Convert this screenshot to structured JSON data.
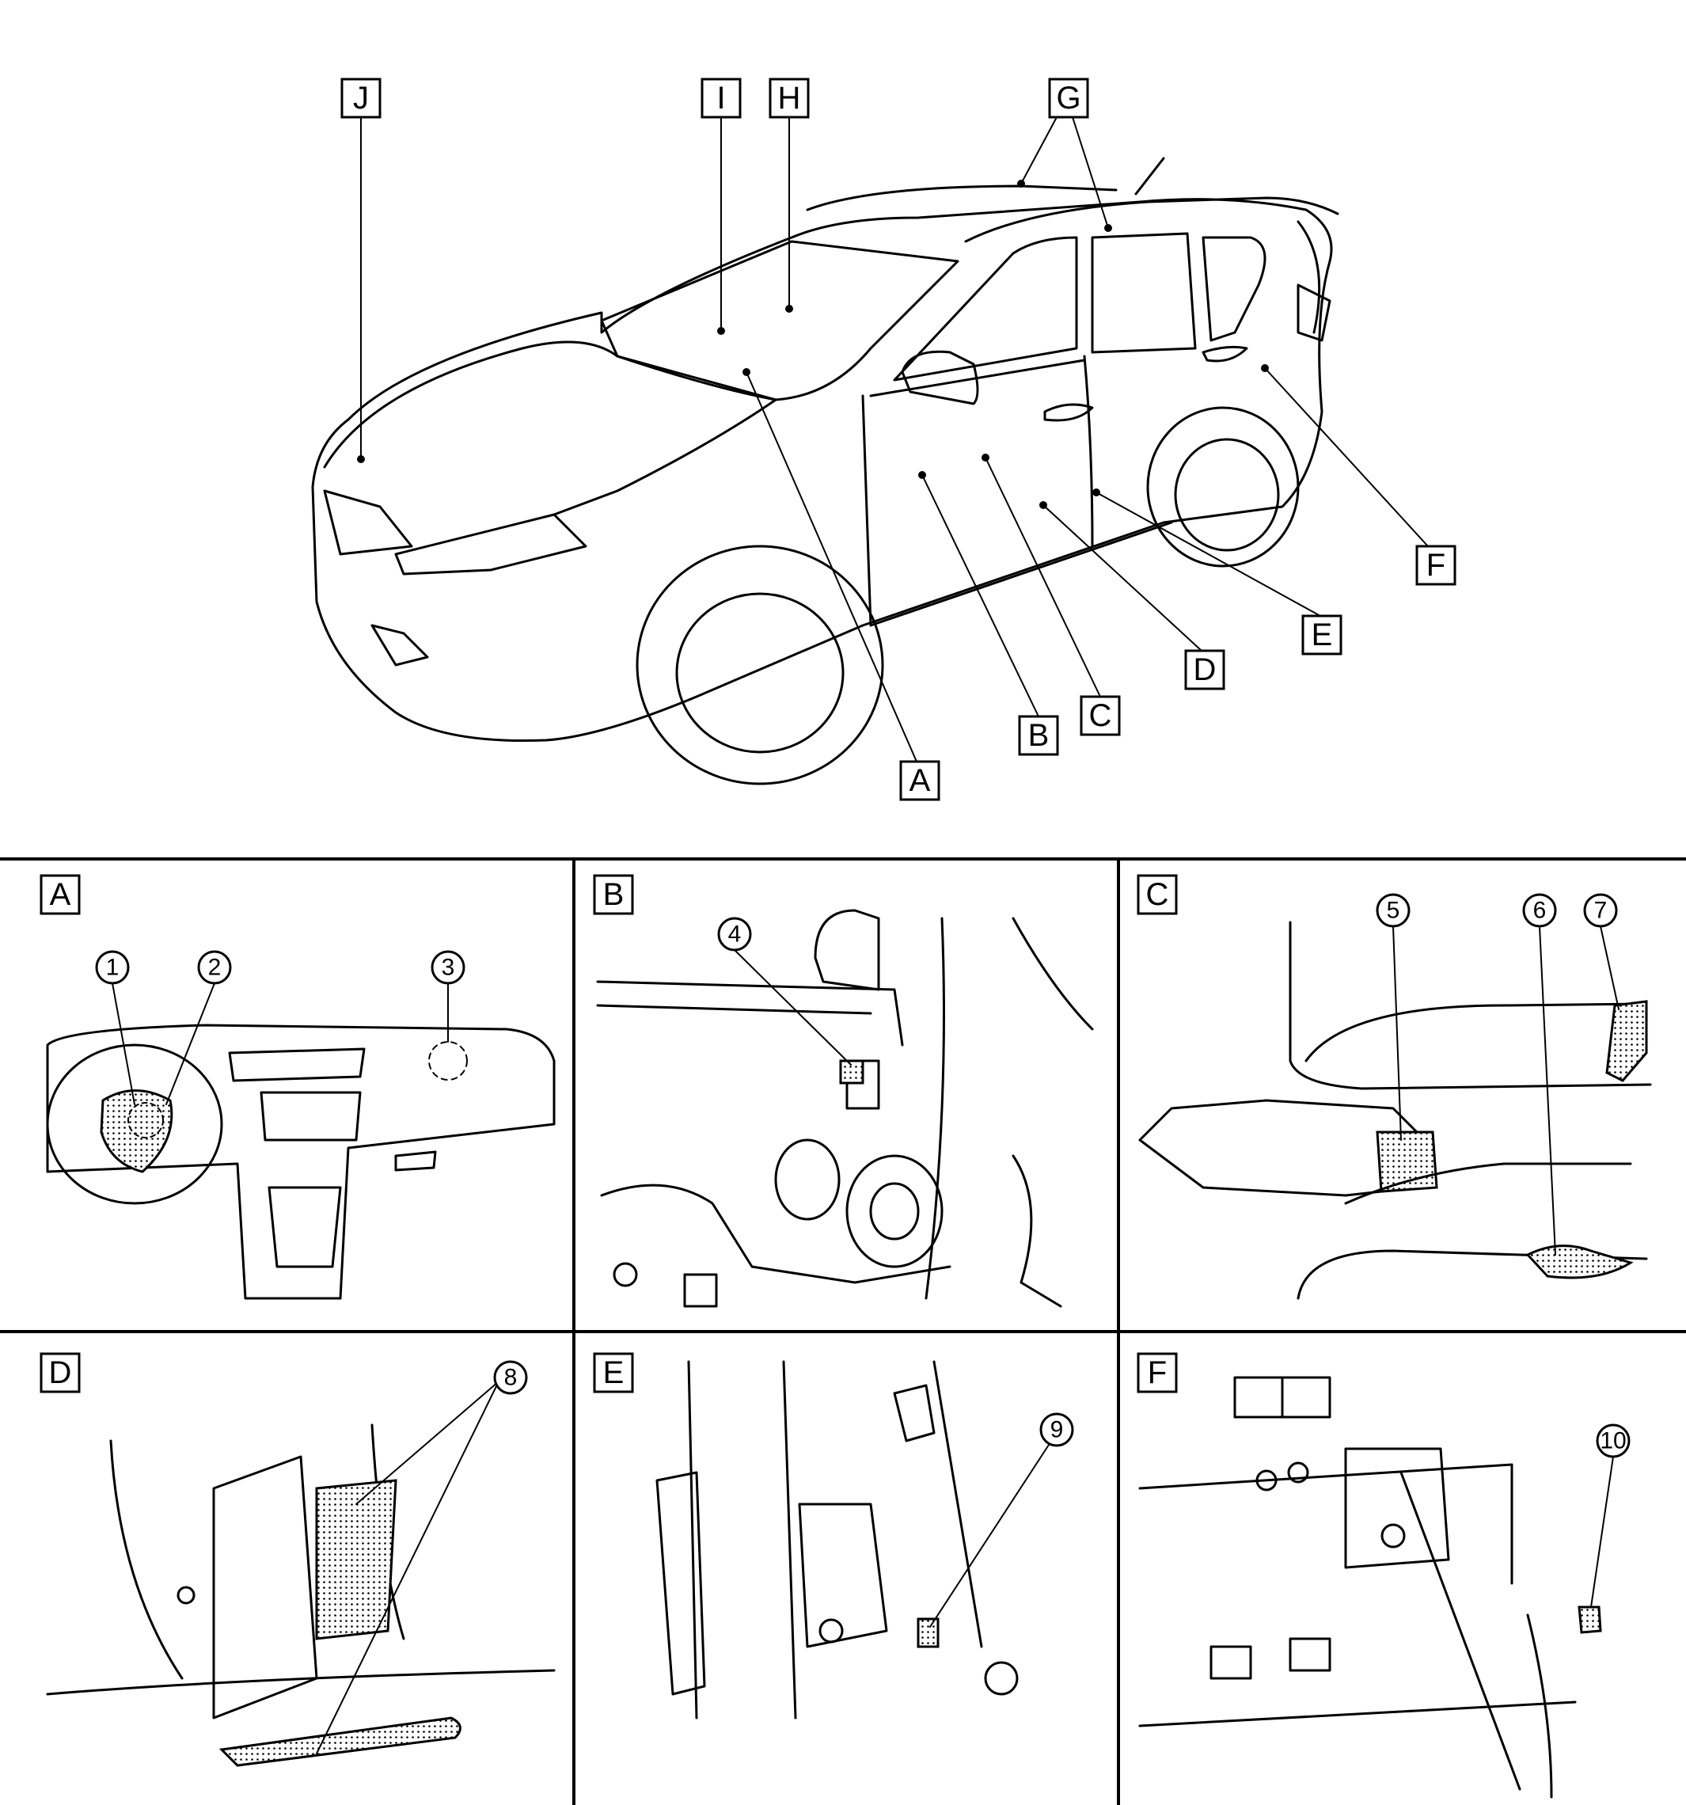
{
  "overview": {
    "letters": [
      "J",
      "I",
      "H",
      "G",
      "F",
      "E",
      "D",
      "C",
      "B",
      "A"
    ]
  },
  "panels": [
    {
      "label": "A",
      "numbers": [
        "1",
        "2",
        "3"
      ]
    },
    {
      "label": "B",
      "numbers": [
        "4"
      ]
    },
    {
      "label": "C",
      "numbers": [
        "5",
        "6",
        "7"
      ]
    },
    {
      "label": "D",
      "numbers": [
        "8"
      ]
    },
    {
      "label": "E",
      "numbers": [
        "9"
      ]
    },
    {
      "label": "F",
      "numbers": [
        "10"
      ]
    }
  ],
  "colors": {
    "line": "#000000",
    "background": "#ffffff"
  }
}
